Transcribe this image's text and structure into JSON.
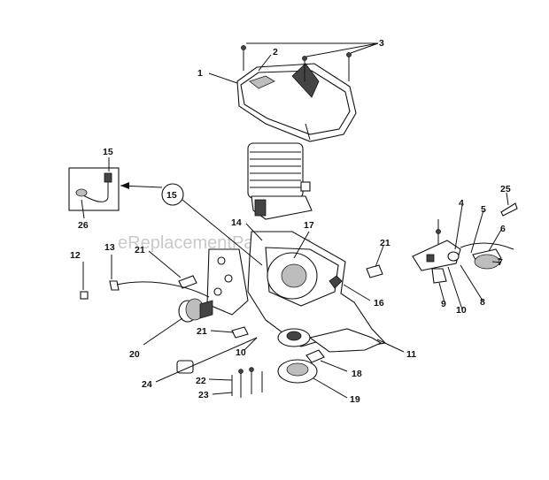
{
  "watermark": "eReplacementParts.com",
  "callouts": [
    "1",
    "2",
    "3",
    "4",
    "5",
    "6",
    "7",
    "8",
    "9",
    "10",
    "10",
    "11",
    "12",
    "13",
    "14",
    "15",
    "15",
    "16",
    "17",
    "18",
    "19",
    "20",
    "21",
    "21",
    "21",
    "22",
    "23",
    "24",
    "25",
    "26"
  ]
}
